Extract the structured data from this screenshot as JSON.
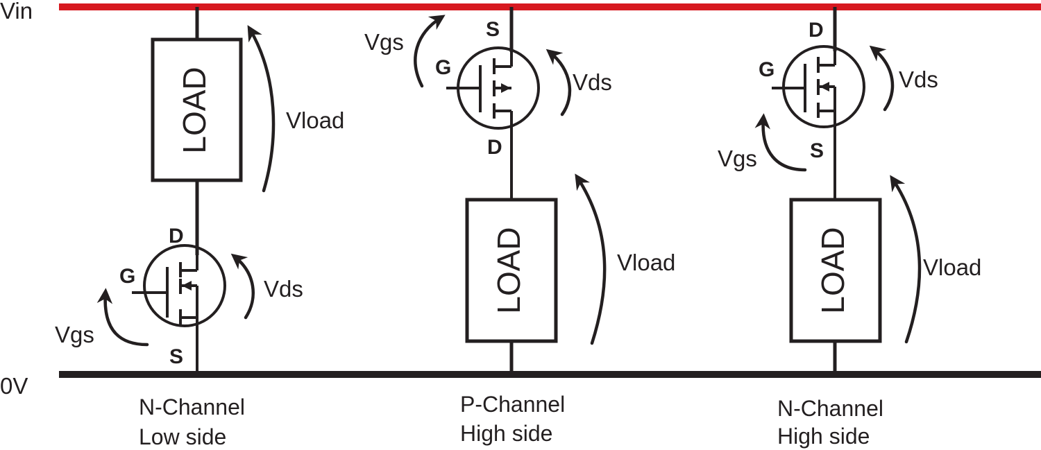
{
  "rails": {
    "vin_label": "Vin",
    "gnd_label": "0V",
    "vin_color": "#d71920",
    "gnd_color": "#231f20"
  },
  "circuits": [
    {
      "caption_line1": "N-Channel",
      "caption_line2": "Low side",
      "load_label": "LOAD",
      "vload_label": "Vload",
      "vds_label": "Vds",
      "vgs_label": "Vgs",
      "gate_label": "G",
      "top_pin_label": "D",
      "bottom_pin_label": "S"
    },
    {
      "caption_line1": "P-Channel",
      "caption_line2": "High side",
      "load_label": "LOAD",
      "vload_label": "Vload",
      "vds_label": "Vds",
      "vgs_label": "Vgs",
      "gate_label": "G",
      "top_pin_label": "S",
      "bottom_pin_label": "D"
    },
    {
      "caption_line1": "N-Channel",
      "caption_line2": "High side",
      "load_label": "LOAD",
      "vload_label": "Vload",
      "vds_label": "Vds",
      "vgs_label": "Vgs",
      "gate_label": "G",
      "top_pin_label": "D",
      "bottom_pin_label": "S"
    }
  ]
}
